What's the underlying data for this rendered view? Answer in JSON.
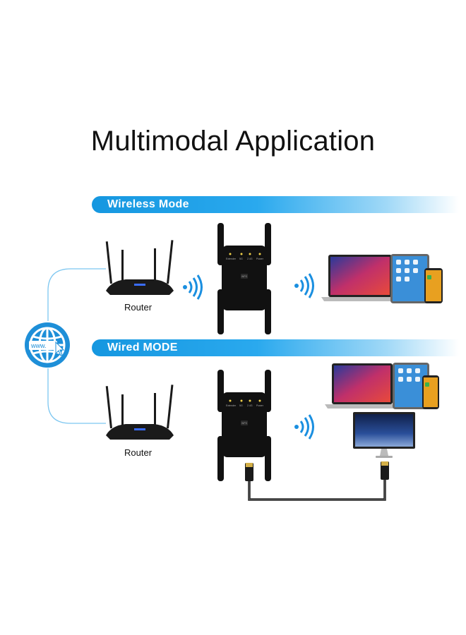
{
  "title": "Multimodal Application",
  "sections": {
    "wireless": {
      "label": "Wireless Mode",
      "router_label": "Router"
    },
    "wired": {
      "label": "Wired MODE",
      "router_label": "Router"
    }
  },
  "globe_text": "www.",
  "extender_leds": [
    "Extender",
    "5G",
    "2.4G",
    "Power"
  ],
  "extender_badge": "WPS",
  "colors": {
    "accent": "#1597e0",
    "wifi": "#1a8fe0",
    "device_black": "#111111"
  }
}
